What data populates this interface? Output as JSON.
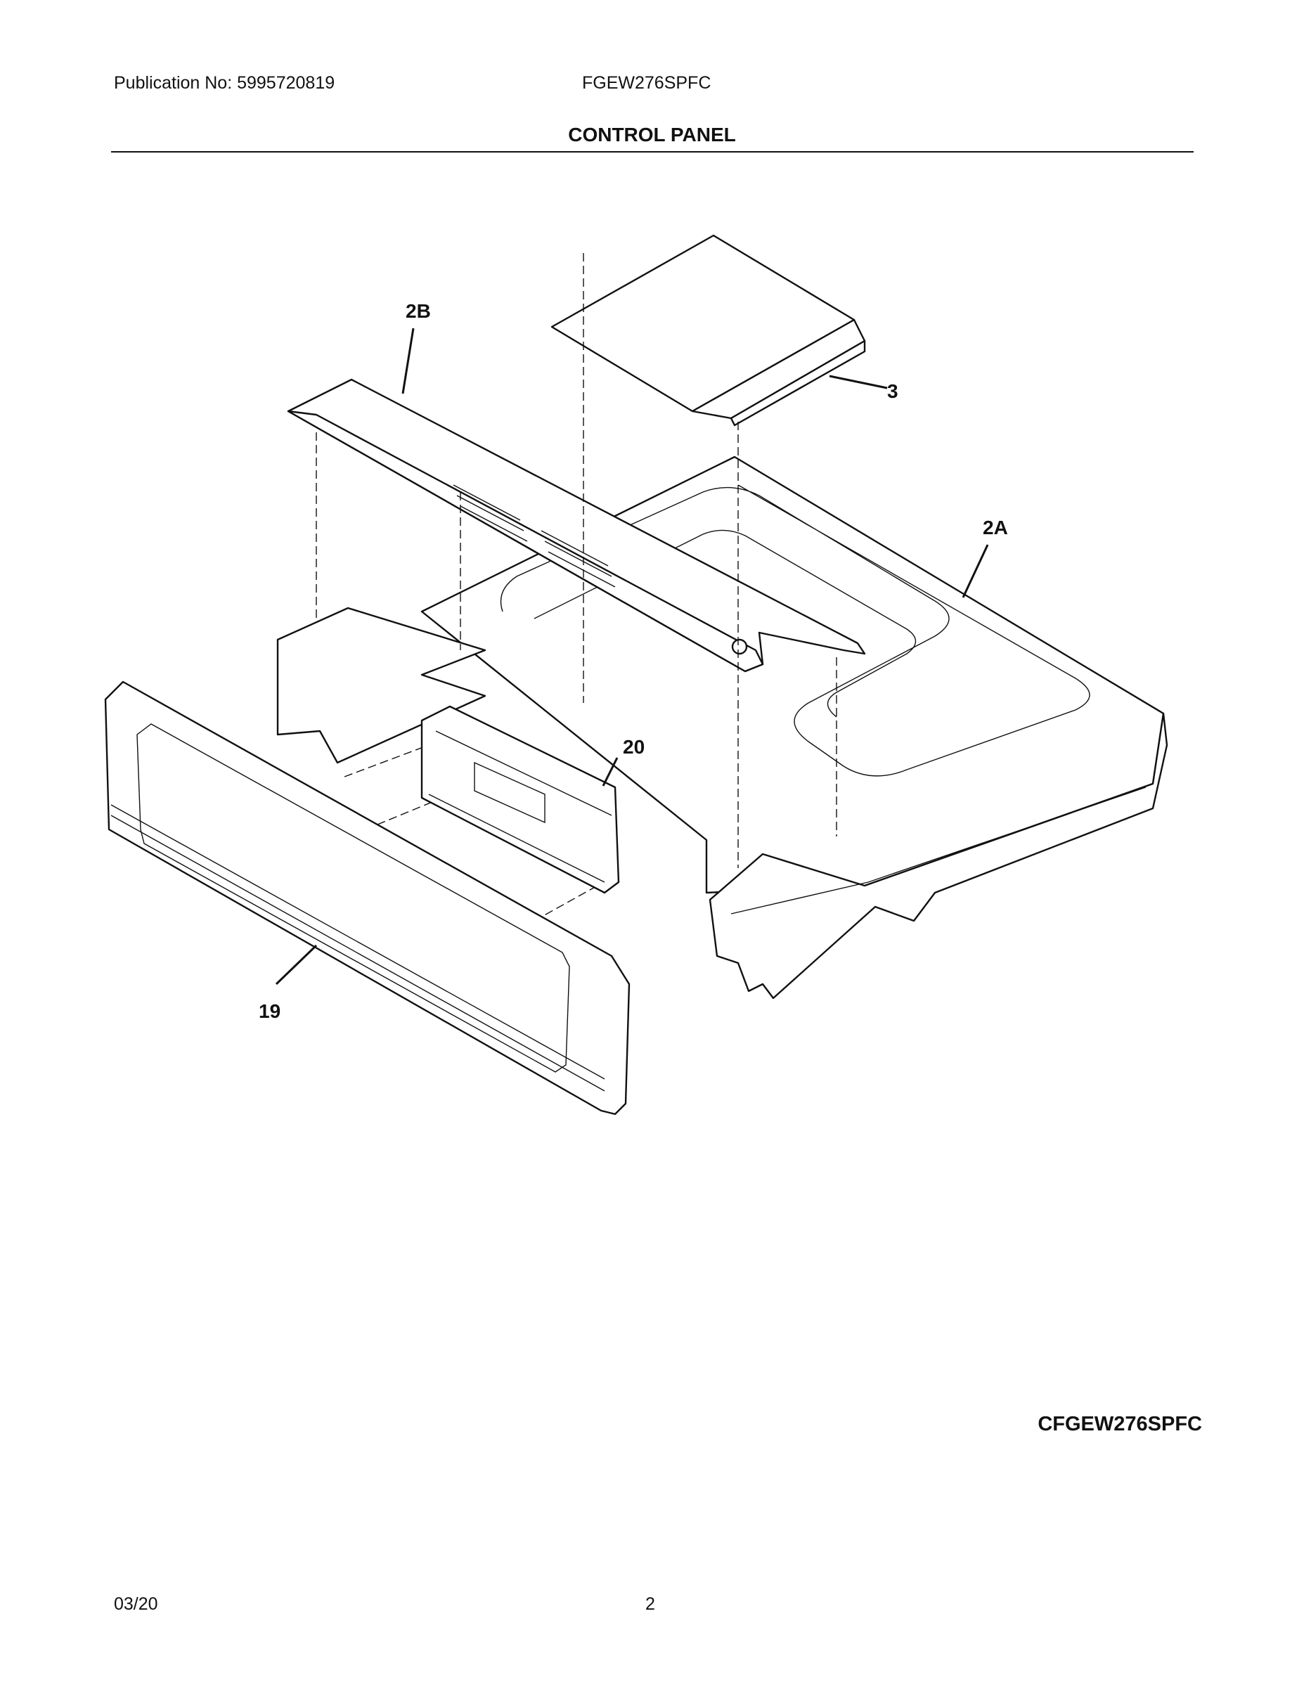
{
  "header": {
    "publication": "Publication No: 5995720819",
    "model": "FGEW276SPFC"
  },
  "section_title": "CONTROL PANEL",
  "callouts": [
    {
      "id": "2B",
      "text": "2B"
    },
    {
      "id": "3",
      "text": "3"
    },
    {
      "id": "2A",
      "text": "2A"
    },
    {
      "id": "20",
      "text": "20"
    },
    {
      "id": "19",
      "text": "19"
    }
  ],
  "diagram_code": "CFGEW276SPFC",
  "footer": {
    "date": "03/20",
    "page": "2"
  }
}
